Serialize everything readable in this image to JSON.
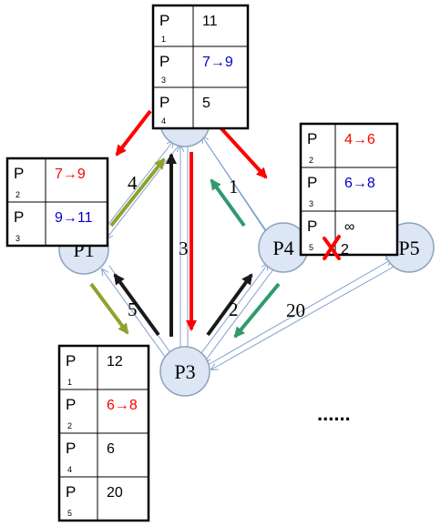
{
  "colors": {
    "node_fill": "#dce6f4",
    "node_stroke": "#8ea2bd",
    "edge": "#7f9fcf",
    "red": "#ff0000",
    "blue": "#0000cc",
    "olive": "#8ea32f",
    "teal": "#2f9a6e",
    "black": "#000000"
  },
  "nodes": {
    "p1": "P1",
    "p2": "P2",
    "p3": "P3",
    "p4": "P4",
    "p5": "P5"
  },
  "weights": {
    "p1_p2": "4",
    "p2_p3": "3",
    "p2_p4": "1",
    "p1_p3": "5",
    "p3_p4": "2",
    "p3_p5": "20"
  },
  "ellipsis": "......",
  "tables": {
    "p2": {
      "rows": [
        {
          "letter": "P",
          "sub": "1",
          "value": "11",
          "color": "black"
        },
        {
          "letter": "P",
          "sub": "3",
          "value": "7→9",
          "color": "blue"
        },
        {
          "letter": "P",
          "sub": "4",
          "value": "5",
          "color": "black"
        }
      ]
    },
    "p1": {
      "rows": [
        {
          "letter": "P",
          "sub": "2",
          "value": "7→9",
          "color": "red"
        },
        {
          "letter": "P",
          "sub": "3",
          "value": "9→11",
          "color": "blue"
        }
      ]
    },
    "p4": {
      "rows": [
        {
          "letter": "P",
          "sub": "2",
          "value": "4→6",
          "color": "red"
        },
        {
          "letter": "P",
          "sub": "3",
          "value": "6→8",
          "color": "blue"
        },
        {
          "letter": "P",
          "sub": "5",
          "value": "∞",
          "color": "black"
        }
      ]
    },
    "p3": {
      "rows": [
        {
          "letter": "P",
          "sub": "1",
          "value": "12",
          "color": "black"
        },
        {
          "letter": "P",
          "sub": "2",
          "value": "6→8",
          "color": "red"
        },
        {
          "letter": "P",
          "sub": "4",
          "value": "6",
          "color": "black"
        },
        {
          "letter": "P",
          "sub": "5",
          "value": "20",
          "color": "black"
        }
      ]
    }
  },
  "broken_link_value": "2"
}
